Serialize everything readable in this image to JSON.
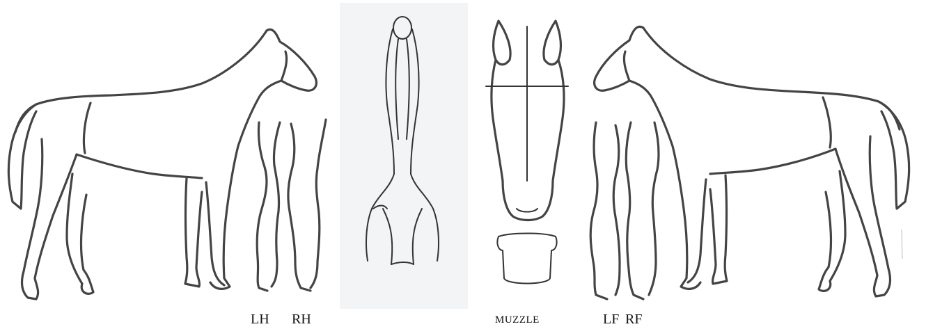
{
  "labels": {
    "lh": "LH",
    "rh": "RH",
    "muzzle": "MUZZLE",
    "lf": "LF",
    "rf": "RF"
  },
  "colors": {
    "outline": "#444444",
    "panel": "#f2f4f6"
  }
}
